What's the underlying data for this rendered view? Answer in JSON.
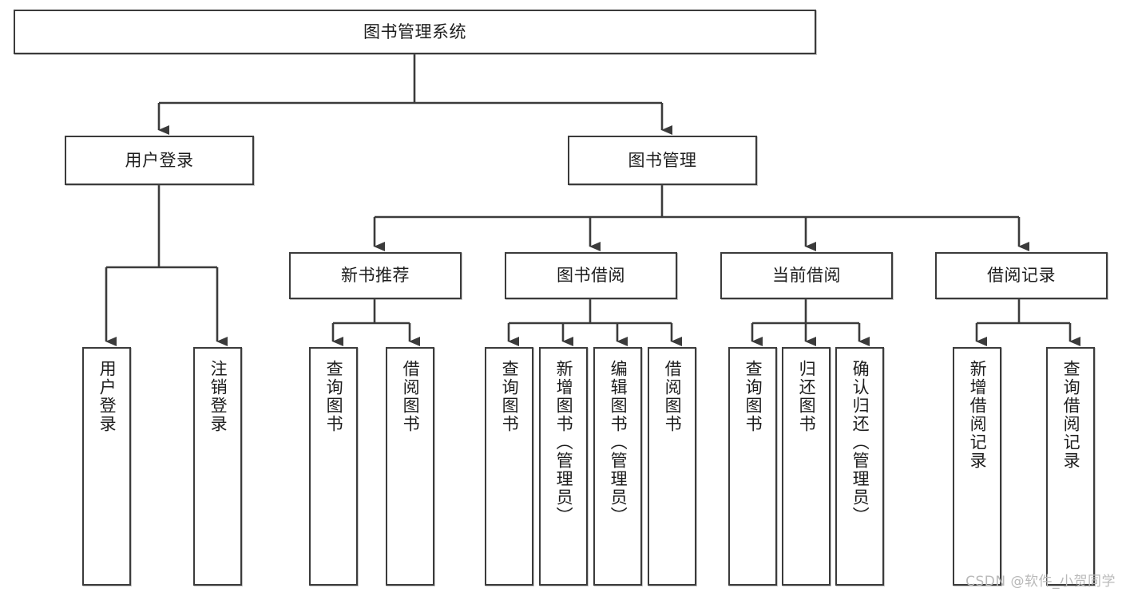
{
  "diagram": {
    "title": "图书管理系统",
    "type": "tree",
    "watermark": "CSDN @软件_小贺同学",
    "colors": {
      "stroke": "#3b3b3b",
      "text": "#1d1d1d",
      "background": "#ffffff",
      "watermark": "#b9b9b9"
    },
    "nodes": {
      "root": {
        "label": "图书管理系统"
      },
      "level2": [
        {
          "id": "user-login",
          "label": "用户登录"
        },
        {
          "id": "book-manage",
          "label": "图书管理"
        }
      ],
      "level3": [
        {
          "id": "new-book-recommend",
          "label": "新书推荐"
        },
        {
          "id": "book-borrow",
          "label": "图书借阅"
        },
        {
          "id": "current-borrow",
          "label": "当前借阅"
        },
        {
          "id": "borrow-record",
          "label": "借阅记录"
        }
      ],
      "leaves": {
        "user-login": [
          {
            "id": "leaf-user-login",
            "label": "用户登录"
          },
          {
            "id": "leaf-logout",
            "label": "注销登录"
          }
        ],
        "new-book-recommend": [
          {
            "id": "leaf-query-book-1",
            "label": "查询图书"
          },
          {
            "id": "leaf-borrow-book-1",
            "label": "借阅图书"
          }
        ],
        "book-borrow": [
          {
            "id": "leaf-query-book-2",
            "label": "查询图书"
          },
          {
            "id": "leaf-add-book",
            "label": "新增图书（管理员）"
          },
          {
            "id": "leaf-edit-book",
            "label": "编辑图书（管理员）"
          },
          {
            "id": "leaf-borrow-book-2",
            "label": "借阅图书"
          }
        ],
        "current-borrow": [
          {
            "id": "leaf-query-book-3",
            "label": "查询图书"
          },
          {
            "id": "leaf-return-book",
            "label": "归还图书"
          },
          {
            "id": "leaf-confirm-return",
            "label": "确认归还（管理员）"
          }
        ],
        "borrow-record": [
          {
            "id": "leaf-add-record",
            "label": "新增借阅记录"
          },
          {
            "id": "leaf-query-record",
            "label": "查询借阅记录"
          }
        ]
      }
    }
  }
}
